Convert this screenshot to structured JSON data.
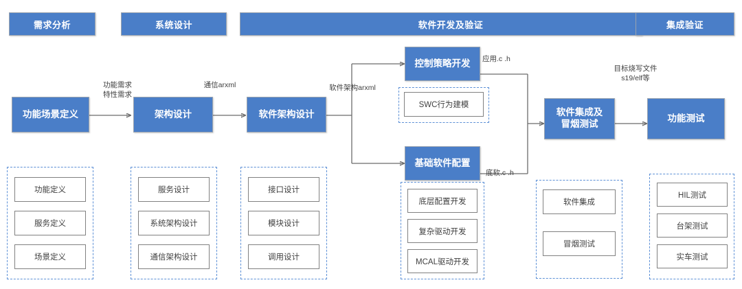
{
  "diagram": {
    "title": "软件开发流程图",
    "colors": {
      "phase_blue": "#4a7ec8",
      "dashed_border": "#5b8fd6",
      "box_border": "#808080",
      "connector": "#6b6b6b",
      "text_dark": "#3f3f3f"
    }
  },
  "phases": [
    {
      "label": "需求分析"
    },
    {
      "label": "系统设计"
    },
    {
      "label": "软件开发及验证"
    },
    {
      "label": "集成验证"
    }
  ],
  "main_nodes": [
    {
      "id": "n1",
      "label": "功能场景定义"
    },
    {
      "id": "n2",
      "label": "架构设计"
    },
    {
      "id": "n3",
      "label": "软件架构设计"
    },
    {
      "id": "n4",
      "label": "控制策略开发"
    },
    {
      "id": "n5",
      "label": "基础软件配置"
    },
    {
      "id": "n6",
      "label": "软件集成及\n冒烟测试"
    },
    {
      "id": "n7",
      "label": "功能测试"
    }
  ],
  "node_labels": {
    "n6_line1": "软件集成及",
    "n6_line2": "冒烟测试"
  },
  "sub_node": {
    "label": "SWC行为建模"
  },
  "edge_labels": [
    {
      "id": "e1",
      "text": "功能需求\n特性需求"
    },
    {
      "id": "e2",
      "text": "通信arxml"
    },
    {
      "id": "e3",
      "text": "软件架构arxml"
    },
    {
      "id": "e4",
      "text": "应用.c .h"
    },
    {
      "id": "e5",
      "text": "底软.c .h"
    },
    {
      "id": "e6",
      "text": "目标烧写文件\ns19/elf等"
    }
  ],
  "detail_groups": [
    {
      "id": "g1",
      "items": [
        {
          "label": "功能定义"
        },
        {
          "label": "服务定义"
        },
        {
          "label": "场景定义"
        }
      ]
    },
    {
      "id": "g2",
      "items": [
        {
          "label": "服务设计"
        },
        {
          "label": "系统架构设计"
        },
        {
          "label": "通信架构设计"
        }
      ]
    },
    {
      "id": "g3",
      "items": [
        {
          "label": "接口设计"
        },
        {
          "label": "模块设计"
        },
        {
          "label": "调用设计"
        }
      ]
    },
    {
      "id": "g4",
      "items": [
        {
          "label": "底层配置开发"
        },
        {
          "label": "复杂驱动开发"
        },
        {
          "label": "MCAL驱动开发"
        }
      ]
    },
    {
      "id": "g5",
      "items": [
        {
          "label": "软件集成"
        },
        {
          "label": "冒烟测试"
        }
      ]
    },
    {
      "id": "g6",
      "items": [
        {
          "label": "HIL测试"
        },
        {
          "label": "台架测试"
        },
        {
          "label": "实车测试"
        }
      ]
    }
  ]
}
